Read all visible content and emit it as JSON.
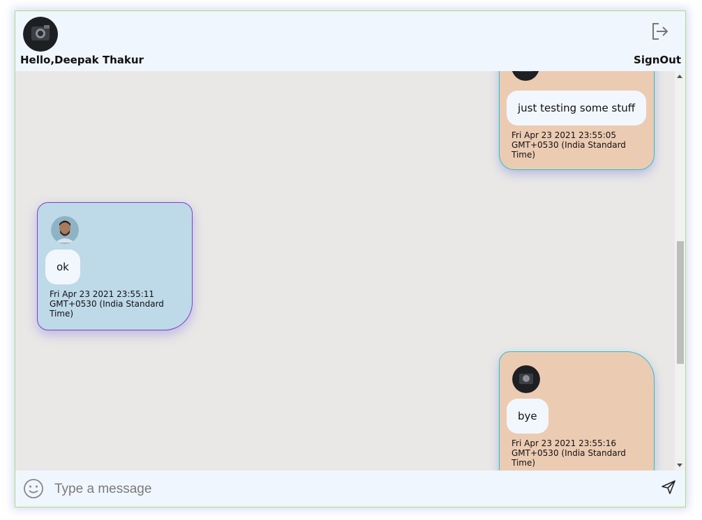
{
  "header": {
    "greeting": "Hello,Deepak Thakur",
    "signout_label": "SignOut"
  },
  "messages": [
    {
      "side": "mine",
      "text": "just testing some stuff",
      "timestamp": "Fri Apr 23 2021 23:55:05 GMT+0530 (India Standard Time)"
    },
    {
      "side": "theirs",
      "text": "ok",
      "timestamp": "Fri Apr 23 2021 23:55:11 GMT+0530 (India Standard Time)"
    },
    {
      "side": "mine",
      "text": "bye",
      "timestamp": "Fri Apr 23 2021 23:55:16 GMT+0530 (India Standard Time)"
    }
  ],
  "footer": {
    "input_placeholder": "Type a message",
    "emoji_icon": "smiley-icon",
    "send_icon": "send-icon"
  },
  "colors": {
    "app_bg": "#f0f6fd",
    "chat_bg": "#e9e8e6",
    "mine_bubble": "#eccbb3",
    "mine_border": "#22c5cc",
    "theirs_bubble": "#bed9e7",
    "theirs_border": "#7a3fd0",
    "window_border": "#a8e07a"
  }
}
